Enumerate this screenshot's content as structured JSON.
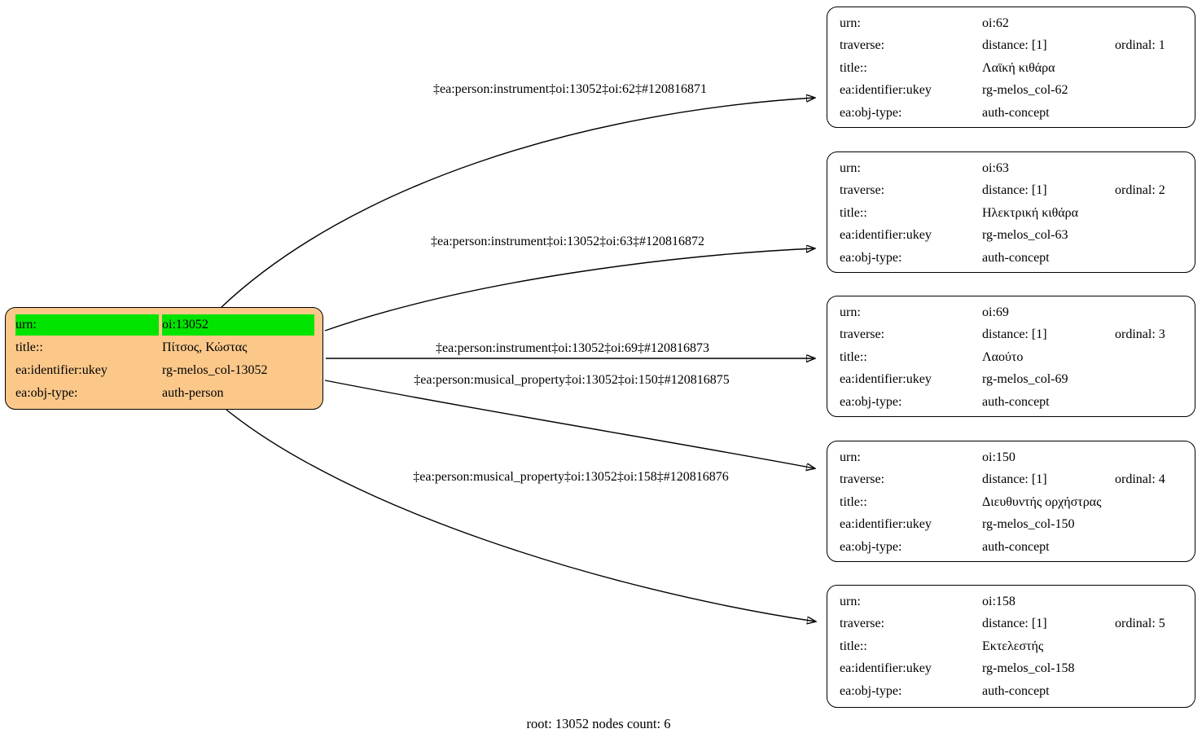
{
  "footer": "root: 13052 nodes count: 6",
  "colors": {
    "root_fill": "#fbc88a",
    "highlight_green": "#00e400",
    "node_fill": "#ffffff",
    "edge_color": "#000000"
  },
  "root": {
    "rows": [
      {
        "label": "urn:",
        "value": "oi:13052",
        "highlight": true
      },
      {
        "label": "title::",
        "value": "Πίτσος, Κώστας"
      },
      {
        "label": "ea:identifier:ukey",
        "value": "rg-melos_col-13052"
      },
      {
        "label": "ea:obj-type:",
        "value": "auth-person"
      }
    ]
  },
  "nodes": [
    {
      "rows": [
        {
          "label": "urn:",
          "value": "oi:62"
        },
        {
          "label": "traverse:",
          "value": "distance: [1]",
          "value2": "ordinal: 1"
        },
        {
          "label": "title::",
          "value": "Λαϊκή κιθάρα"
        },
        {
          "label": "ea:identifier:ukey",
          "value": "rg-melos_col-62"
        },
        {
          "label": "ea:obj-type:",
          "value": "auth-concept"
        }
      ]
    },
    {
      "rows": [
        {
          "label": "urn:",
          "value": "oi:63"
        },
        {
          "label": "traverse:",
          "value": "distance: [1]",
          "value2": "ordinal: 2"
        },
        {
          "label": "title::",
          "value": "Ηλεκτρική κιθάρα"
        },
        {
          "label": "ea:identifier:ukey",
          "value": "rg-melos_col-63"
        },
        {
          "label": "ea:obj-type:",
          "value": "auth-concept"
        }
      ]
    },
    {
      "rows": [
        {
          "label": "urn:",
          "value": "oi:69"
        },
        {
          "label": "traverse:",
          "value": "distance: [1]",
          "value2": "ordinal: 3"
        },
        {
          "label": "title::",
          "value": "Λαούτο"
        },
        {
          "label": "ea:identifier:ukey",
          "value": "rg-melos_col-69"
        },
        {
          "label": "ea:obj-type:",
          "value": "auth-concept"
        }
      ]
    },
    {
      "rows": [
        {
          "label": "urn:",
          "value": "oi:150"
        },
        {
          "label": "traverse:",
          "value": "distance: [1]",
          "value2": "ordinal: 4"
        },
        {
          "label": "title::",
          "value": "Διευθυντής ορχήστρας"
        },
        {
          "label": "ea:identifier:ukey",
          "value": "rg-melos_col-150"
        },
        {
          "label": "ea:obj-type:",
          "value": "auth-concept"
        }
      ]
    },
    {
      "rows": [
        {
          "label": "urn:",
          "value": "oi:158"
        },
        {
          "label": "traverse:",
          "value": "distance: [1]",
          "value2": "ordinal: 5"
        },
        {
          "label": "title::",
          "value": "Εκτελεστής"
        },
        {
          "label": "ea:identifier:ukey",
          "value": "rg-melos_col-158"
        },
        {
          "label": "ea:obj-type:",
          "value": "auth-concept"
        }
      ]
    }
  ],
  "edges": [
    {
      "label": "‡ea:person:instrument‡oi:13052‡oi:62‡#120816871"
    },
    {
      "label": "‡ea:person:instrument‡oi:13052‡oi:63‡#120816872"
    },
    {
      "label": "‡ea:person:instrument‡oi:13052‡oi:69‡#120816873"
    },
    {
      "label": "‡ea:person:musical_property‡oi:13052‡oi:150‡#120816875"
    },
    {
      "label": "‡ea:person:musical_property‡oi:13052‡oi:158‡#120816876"
    }
  ]
}
